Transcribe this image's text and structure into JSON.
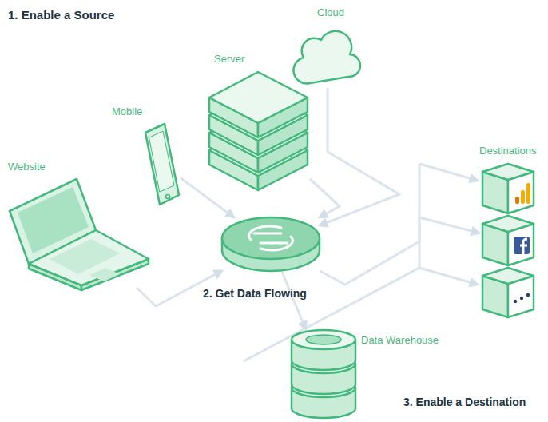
{
  "diagram": {
    "nodes": [
      {
        "text": [
          "Cloud"
        ]
      },
      {
        "text": [
          "Server"
        ]
      },
      {
        "text": [
          "Mobile"
        ]
      },
      {
        "text": [
          "Destinations"
        ]
      },
      {
        "text": [
          "Website"
        ]
      },
      {
        "text": [
          "2. Get Data Flowing"
        ]
      },
      {
        "text": [
          "Data Warehouse"
        ]
      }
    ],
    "edges": [
      {
        "from": 0,
        "to": 5,
        "arrow": "to"
      },
      {
        "from": 1,
        "to": 5,
        "arrow": "to"
      },
      {
        "from": 2,
        "to": 5,
        "arrow": "to"
      },
      {
        "from": 4,
        "to": 5,
        "arrow": "to"
      },
      {
        "from": 5,
        "to": 3,
        "arrow": "to"
      },
      {
        "from": 5,
        "to": 6,
        "arrow": "to"
      }
    ],
    "labels": [
      "1. Enable a Source",
      "3. Enable a Destination"
    ]
  }
}
